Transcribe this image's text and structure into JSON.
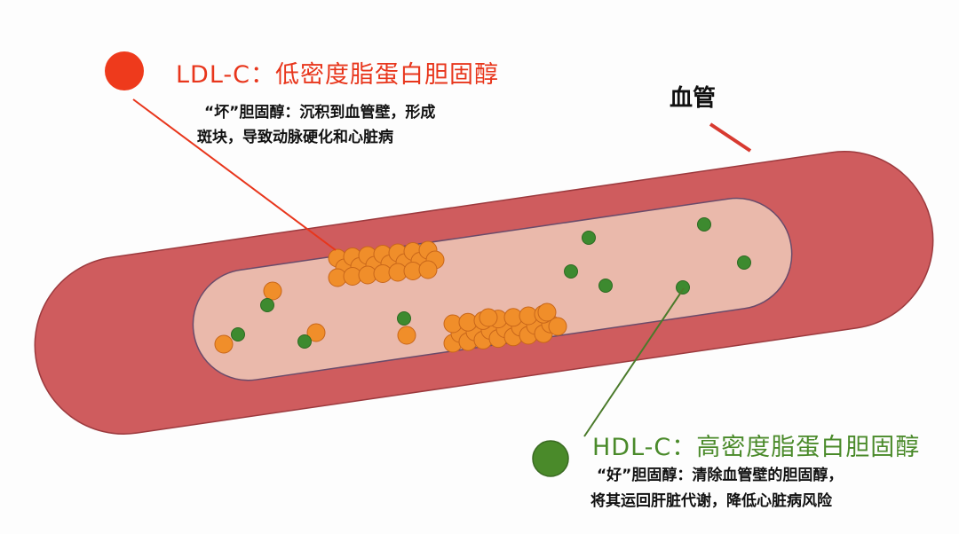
{
  "vessel_label": "血管",
  "ldl": {
    "title": "LDL-C：低密度脂蛋白胆固醇",
    "desc_line1": "“坏”胆固醇：沉积到血管壁，形成",
    "desc_line2": "斑块，导致动脉硬化和心脏病",
    "color": "#e8361c"
  },
  "hdl": {
    "title": "HDL-C：高密度脂蛋白胆固醇",
    "desc_line1": "“好”胆固醇：清除血管壁的胆固醇，",
    "desc_line2": "将其运回肝脏代谢，降低心脏病风险",
    "color": "#4a8a2a"
  },
  "colors": {
    "vessel_wall": "#cf5c5e",
    "lumen": "#eab9ab",
    "ldl_particle": "#f08e2a",
    "hdl_particle": "#3d8a2f"
  }
}
